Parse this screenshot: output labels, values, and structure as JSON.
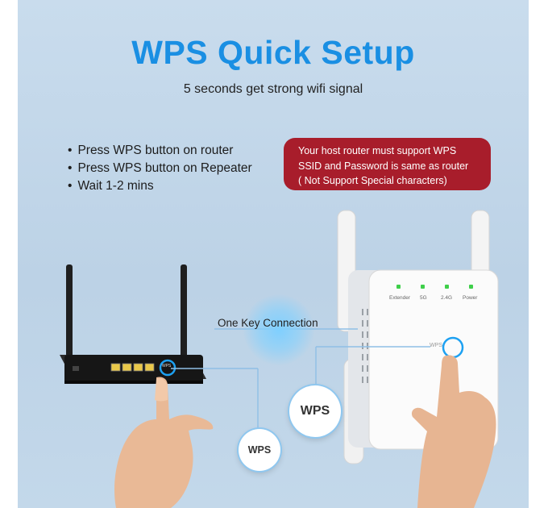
{
  "header": {
    "title": "WPS Quick Setup",
    "subtitle": "5 seconds get strong wifi signal"
  },
  "steps": [
    "Press WPS button on router",
    "Press WPS button on Repeater",
    "Wait 1-2 mins"
  ],
  "notice": {
    "lines": [
      "Your host router must support WPS",
      "SSID and Password is same as router",
      "( Not Support Special characters)"
    ],
    "color": "#a81d2b"
  },
  "connection": {
    "label": "One Key Connection"
  },
  "router": {
    "wps_callout": "WPS",
    "button_label": "WPS"
  },
  "extender": {
    "leds": [
      "Extender",
      "5G",
      "2.4G",
      "Power"
    ],
    "wps_callout": "WPS",
    "button_label": "WPS"
  },
  "colors": {
    "title": "#1a8fe3",
    "background": "#c4d8ea",
    "led": "#3fcf4a"
  }
}
